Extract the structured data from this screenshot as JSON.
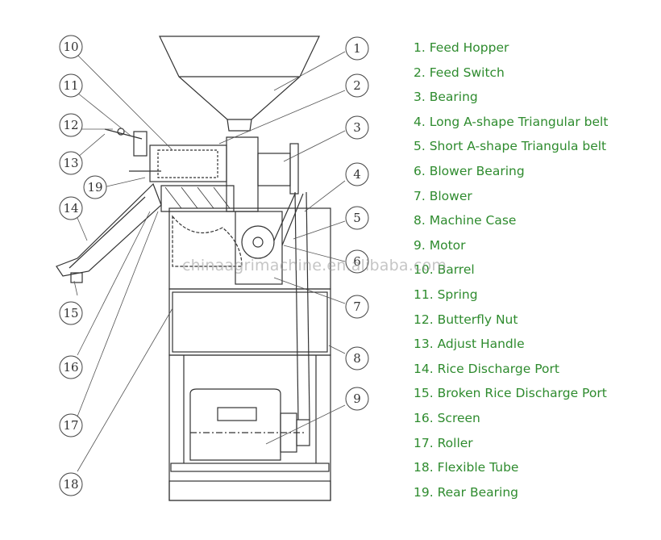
{
  "diagram": {
    "callouts": [
      "1",
      "2",
      "3",
      "4",
      "5",
      "6",
      "7",
      "8",
      "9",
      "10",
      "11",
      "12",
      "13",
      "14",
      "15",
      "16",
      "17",
      "18",
      "19"
    ],
    "legend": [
      "1. Feed Hopper",
      "2. Feed Switch",
      "3. Bearing",
      "4. Long A-shape Triangular belt",
      "5. Short A-shape Triangula belt",
      "6. Blower Bearing",
      "7. Blower",
      "8. Machine Case",
      "9. Motor",
      "10. Barrel",
      "11. Spring",
      "12. Butterfly Nut",
      "13. Adjust Handle",
      "14. Rice Discharge Port",
      "15. Broken Rice Discharge Port",
      "16. Screen",
      "17. Roller",
      "18. Flexible Tube",
      "19. Rear Bearing"
    ],
    "legend_color": "#2e8b2e",
    "watermark": "chinaagrimachine.en.alibaba.com"
  }
}
